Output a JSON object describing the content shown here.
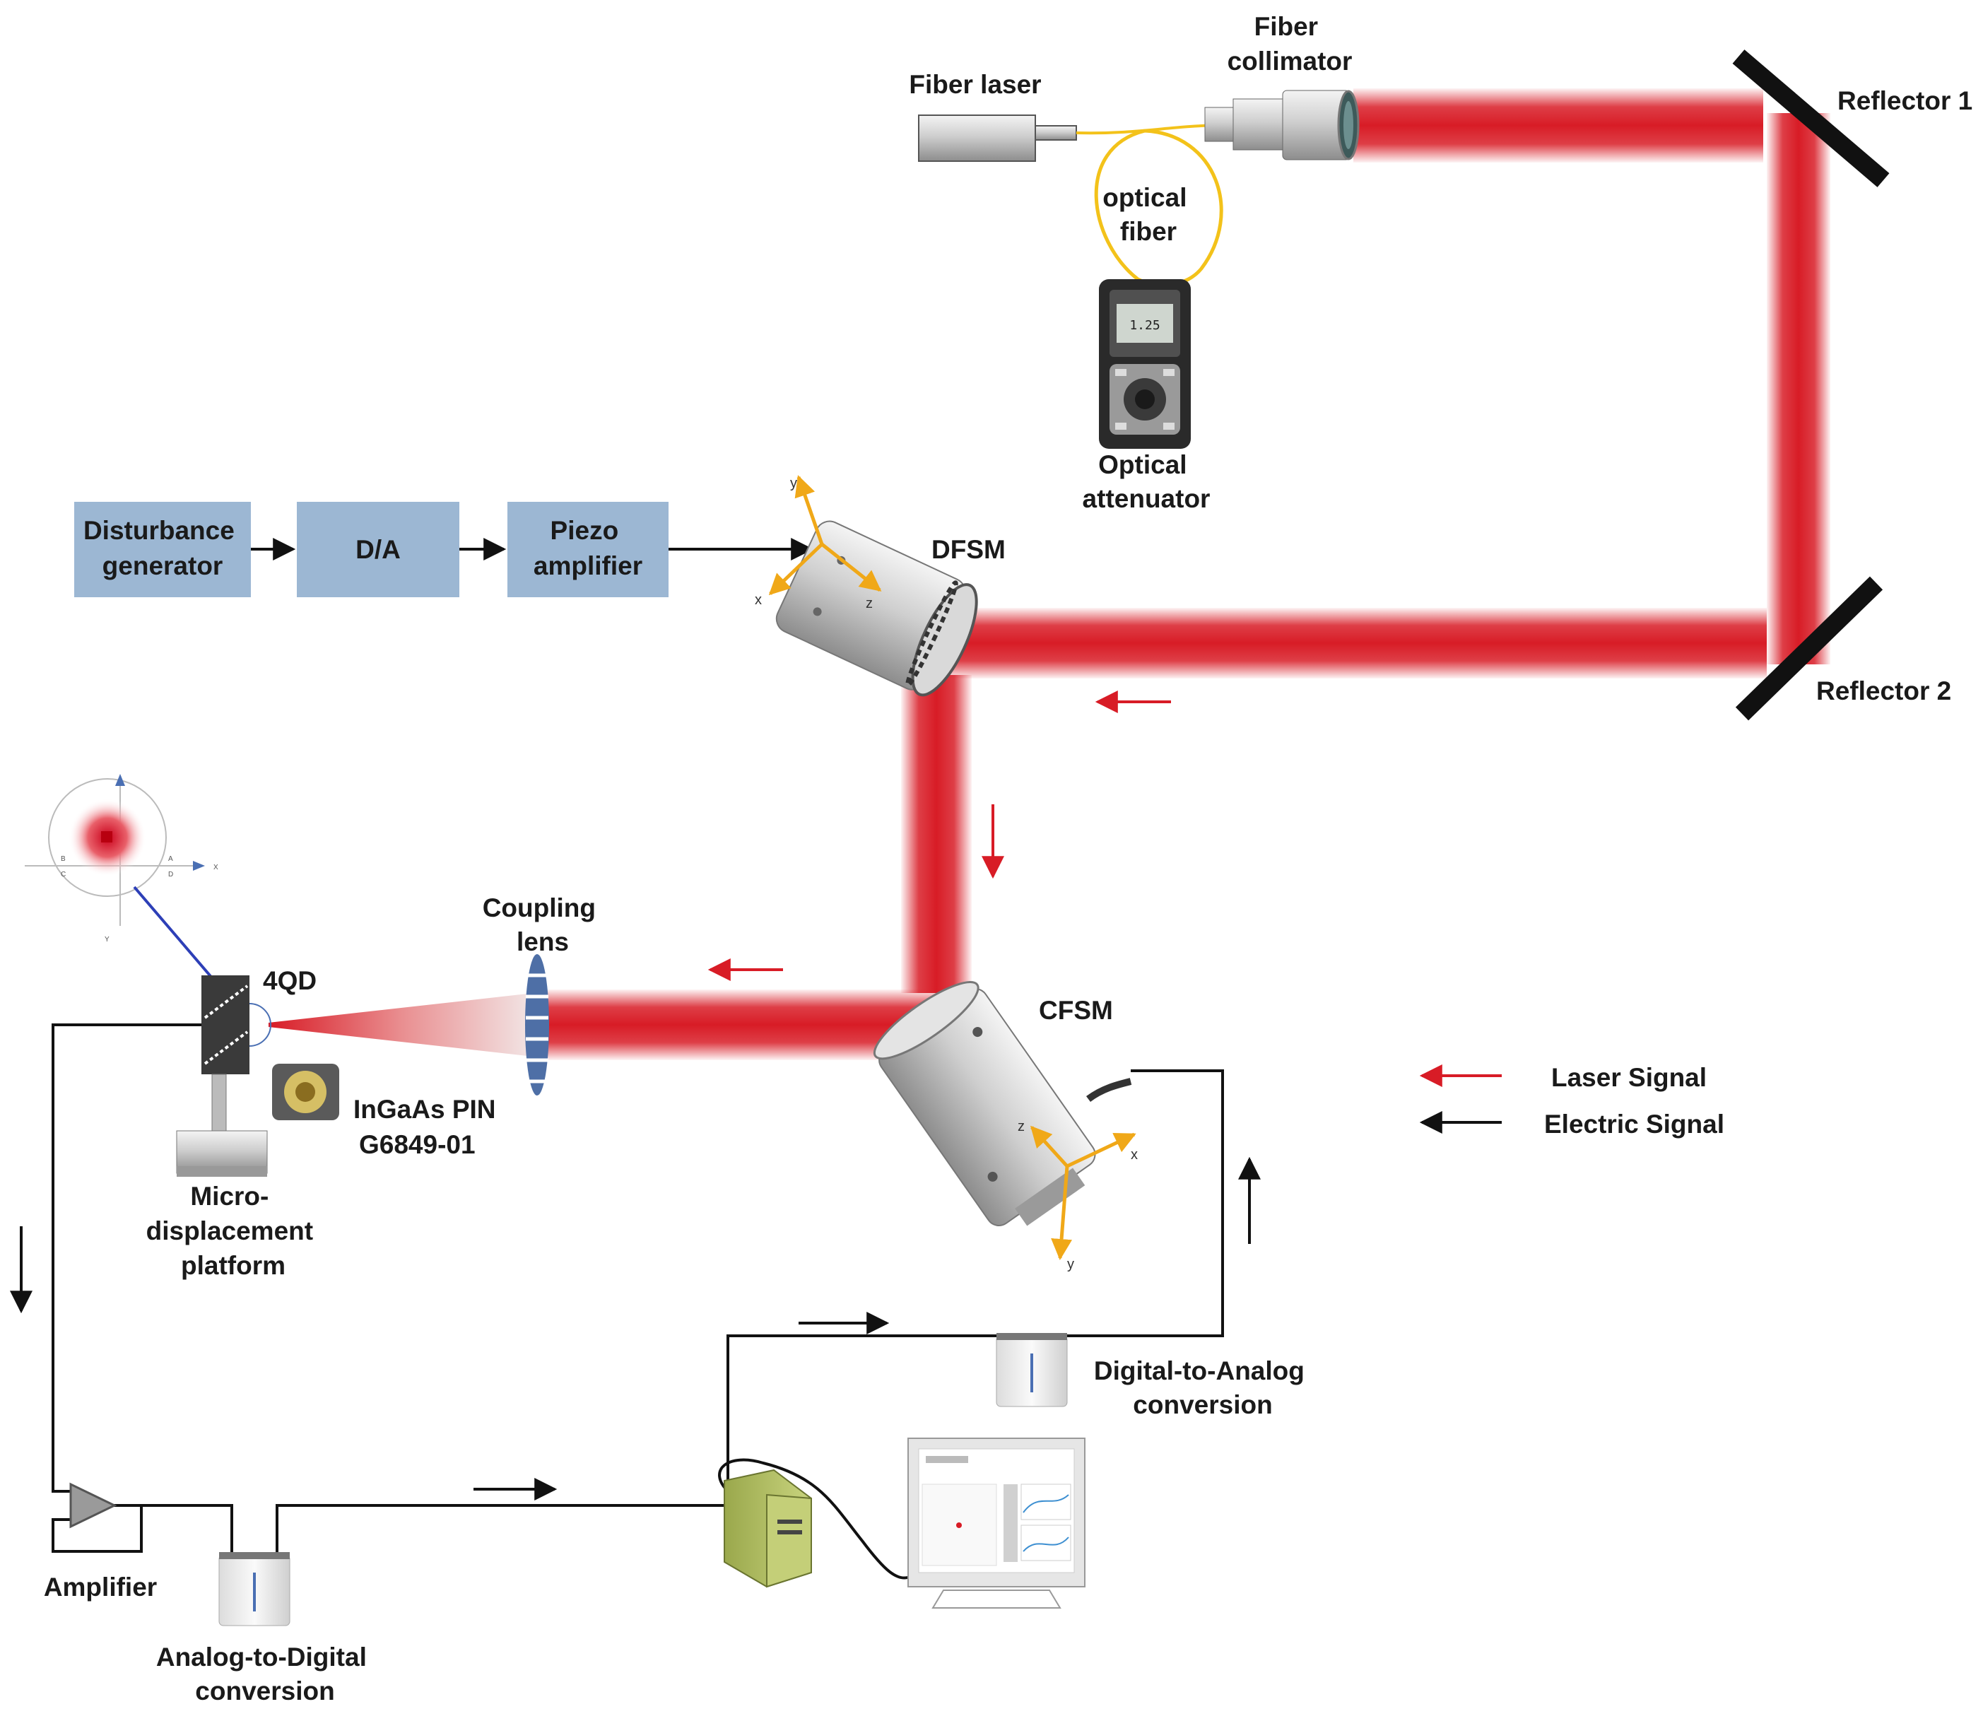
{
  "colors": {
    "laser_red": "#d81c26",
    "block_fill": "#9cb7d3",
    "axis_orange": "#f0a818",
    "fiber_yellow": "#f3c21a",
    "wire": "#111111",
    "quadrant_blue": "#2d3fb7"
  },
  "blocks": {
    "disturbance": "Disturbance\ngenerator",
    "da": "D/A",
    "piezo": "Piezo\namplifier"
  },
  "labels": {
    "fiber_laser": "Fiber laser",
    "fiber_collimator": "Fiber\ncollimator",
    "optical_fiber": "optical\nfiber",
    "optical_attenuator": "Optical\nattenuator",
    "reflector1": "Reflector 1",
    "reflector2": "Reflector 2",
    "dfsm": "DFSM",
    "cfsm": "CFSM",
    "coupling_lens": "Coupling\nlens",
    "qd": "4QD",
    "ingaas": "InGaAs PIN\nG6849-01",
    "micro": "Micro-\ndisplacement\nplatform",
    "amplifier": "Amplifier",
    "adc": "Analog-to-Digital\nconversion",
    "dac": "Digital-to-Analog\nconversion",
    "attenuator_display": "1.25"
  },
  "legend": {
    "laser": "Laser Signal",
    "electric": "Electric Signal"
  },
  "axes": {
    "x": "x",
    "y": "y",
    "z": "z",
    "quad_x": "X",
    "quad_y": "Y",
    "quad_a": "A",
    "quad_b": "B",
    "quad_c": "C",
    "quad_d": "D"
  },
  "icons": {
    "fiber_laser": "fiber-laser-icon",
    "collimator": "fiber-collimator-icon",
    "attenuator": "optical-attenuator-icon",
    "mirror": "reflector-mirror-icon",
    "fsm": "fast-steering-mirror-icon",
    "lens": "coupling-lens-icon",
    "detector": "quadrant-detector-icon",
    "pc": "computer-tower-icon",
    "monitor": "monitor-icon",
    "converter": "converter-box-icon",
    "amp": "amplifier-triangle-icon"
  }
}
